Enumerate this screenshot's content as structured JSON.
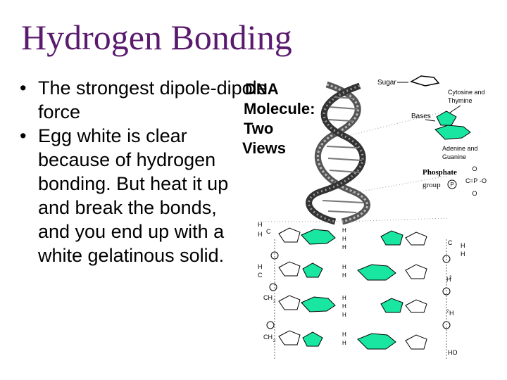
{
  "slide": {
    "title": "Hydrogen Bonding",
    "bullets": [
      "The strongest dipole-dipole force",
      "Egg white is clear because of hydrogen bonding. But heat it up and break the bonds, and you end up with a white gelatinous solid."
    ]
  },
  "figure": {
    "heading_lines": [
      "DNA",
      "Molecule:",
      "Two",
      "Views"
    ],
    "labels": {
      "sugar": "Sugar",
      "bases": "Bases",
      "cytosine_thymine_1": "Cytosine and",
      "cytosine_thymine_2": "Thymine",
      "adenine_guanine_1": "Adenine and",
      "adenine_guanine_2": "Guanine",
      "phosphate_1": "Phosphate",
      "phosphate_2": "group",
      "phosphate_symbol": "P"
    },
    "colors": {
      "base_fill": "#19e6a0",
      "title": "#5a1a6e"
    }
  }
}
